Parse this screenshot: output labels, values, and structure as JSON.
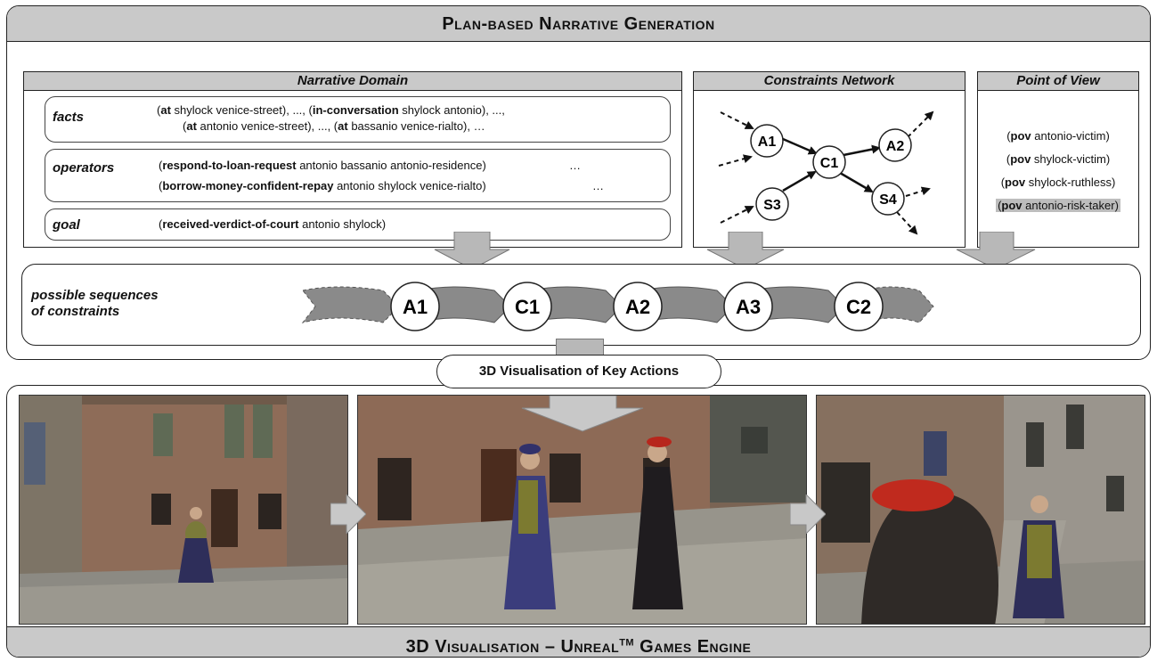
{
  "header": {
    "title_small": "Plan-based",
    "title_rest": " Narrative Generation"
  },
  "domain": {
    "title": "Narrative Domain",
    "facts": {
      "label": "facts",
      "line1": [
        {
          "t": "(",
          "b": false
        },
        {
          "t": "at",
          "b": true
        },
        {
          "t": " shylock venice-street), ..., (",
          "b": false
        },
        {
          "t": "in-conversation",
          "b": true
        },
        {
          "t": " shylock antonio), ...,",
          "b": false
        }
      ],
      "line2": [
        {
          "t": "(",
          "b": false
        },
        {
          "t": "at",
          "b": true
        },
        {
          "t": " antonio venice-street), ..., (",
          "b": false
        },
        {
          "t": "at",
          "b": true
        },
        {
          "t": " bassanio venice-rialto), …",
          "b": false
        }
      ]
    },
    "operators": {
      "label": "operators",
      "line1": [
        {
          "t": "(",
          "b": false
        },
        {
          "t": "respond-to-loan-request",
          "b": true
        },
        {
          "t": " antonio bassanio antonio-residence)",
          "b": false
        }
      ],
      "line1_tail": "…",
      "line2": [
        {
          "t": "(",
          "b": false
        },
        {
          "t": "borrow-money-confident-repay",
          "b": true
        },
        {
          "t": " antonio shylock venice-rialto)",
          "b": false
        }
      ],
      "line2_tail": "…"
    },
    "goal": {
      "label": "goal",
      "line1": [
        {
          "t": "(",
          "b": false
        },
        {
          "t": "received-verdict-of-court",
          "b": true
        },
        {
          "t": " antonio shylock)",
          "b": false
        }
      ]
    }
  },
  "network": {
    "title": "Constraints Network",
    "nodes": [
      "A1",
      "C1",
      "A2",
      "S3",
      "S4"
    ]
  },
  "pov": {
    "title": "Point of View",
    "items": [
      {
        "kw": "pov",
        "rest": " antonio-victim)",
        "highlight": false
      },
      {
        "kw": "pov",
        "rest": " shylock-victim)",
        "highlight": false
      },
      {
        "kw": "pov",
        "rest": " shylock-ruthless)",
        "highlight": false
      },
      {
        "kw": "pov",
        "rest": " antonio-risk-taker)",
        "highlight": true
      }
    ]
  },
  "sequences": {
    "label_line1": "possible sequences",
    "label_line2": "of constraints",
    "nodes": [
      "A1",
      "C1",
      "A2",
      "A3",
      "C2"
    ]
  },
  "key_actions": {
    "label": "3D Visualisation of Key Actions"
  },
  "footer": {
    "part1": "3D Visualisation – Unreal",
    "tm": "TM",
    "part2": " Games Engine"
  },
  "colors": {
    "panel_header": "#c9c9c9",
    "arrow_fill": "#b8b8b8",
    "chevron_fill": "#8a8a8a"
  }
}
